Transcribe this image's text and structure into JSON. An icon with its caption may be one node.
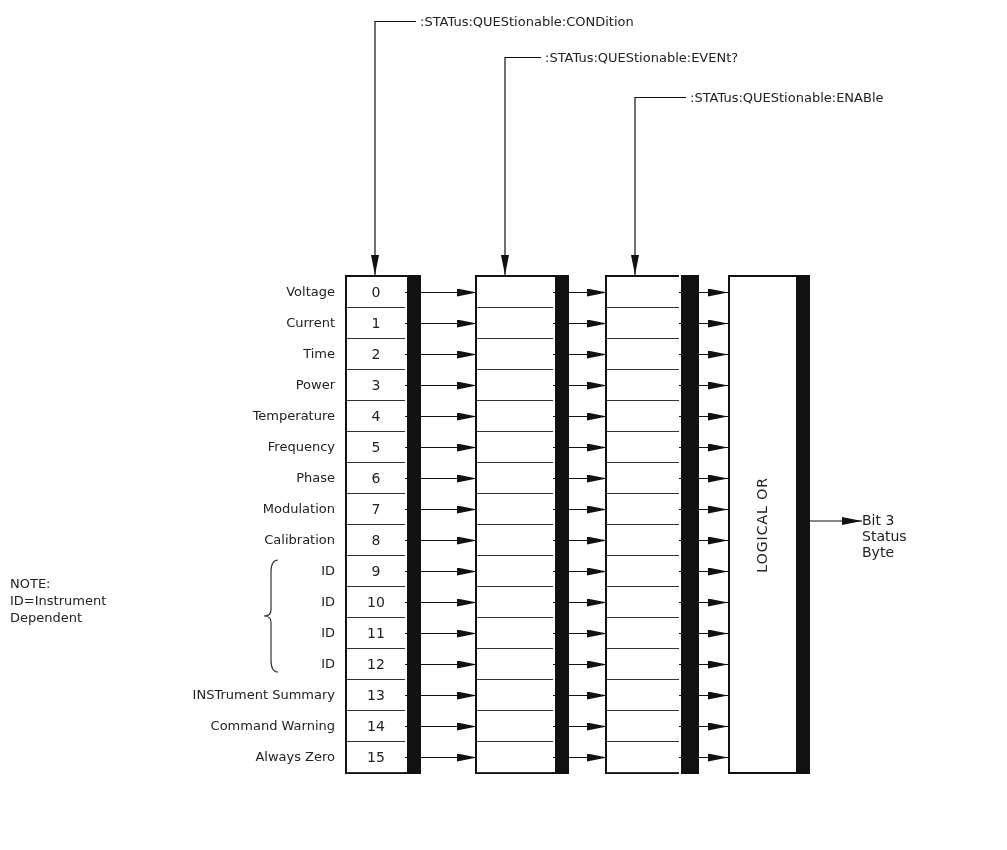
{
  "diagram": {
    "nodes": [
      {
        "text": [
          ":STATus:QUEStionable:CONDition"
        ]
      },
      {
        "text": [
          ":STATus:QUEStionable:EVENt?"
        ]
      },
      {
        "text": [
          ":STATus:QUEStionable:ENABle"
        ]
      },
      {
        "text": [],
        "shape": "box"
      },
      {
        "text": [
          "0"
        ],
        "in": 3,
        "beside": [
          "Voltage"
        ]
      },
      {
        "text": [
          "1"
        ],
        "in": 3,
        "beside": [
          "Current"
        ]
      },
      {
        "text": [
          "2"
        ],
        "in": 3,
        "beside": [
          "Time"
        ]
      },
      {
        "text": [
          "3"
        ],
        "in": 3,
        "beside": [
          "Power"
        ]
      },
      {
        "text": [
          "4"
        ],
        "in": 3,
        "beside": [
          "Temperature"
        ]
      },
      {
        "text": [
          "5"
        ],
        "in": 3,
        "beside": [
          "Frequency"
        ]
      },
      {
        "text": [
          "6"
        ],
        "in": 3,
        "beside": [
          "Phase"
        ]
      },
      {
        "text": [
          "7"
        ],
        "in": 3,
        "beside": [
          "Modulation"
        ]
      },
      {
        "text": [
          "8"
        ],
        "in": 3,
        "beside": [
          "Calibration"
        ]
      },
      {
        "text": [
          "9"
        ],
        "in": 3,
        "beside": [
          "ID"
        ]
      },
      {
        "text": [
          "10"
        ],
        "in": 3,
        "beside": [
          "ID"
        ]
      },
      {
        "text": [
          "11"
        ],
        "in": 3,
        "beside": [
          "ID"
        ]
      },
      {
        "text": [
          "12"
        ],
        "in": 3,
        "beside": [
          "ID"
        ]
      },
      {
        "text": [
          "13"
        ],
        "in": 3,
        "beside": [
          "INSTrument Summary"
        ]
      },
      {
        "text": [
          "14"
        ],
        "in": 3,
        "beside": [
          "Command Warning"
        ]
      },
      {
        "text": [
          "15"
        ],
        "in": 3,
        "beside": [
          "Always Zero"
        ]
      },
      {
        "text": [],
        "shape": "box"
      },
      {
        "text": [],
        "shape": "box",
        "in": 20
      },
      {
        "text": [],
        "shape": "box",
        "in": 20
      },
      {
        "text": [],
        "shape": "box",
        "in": 20
      },
      {
        "text": [],
        "shape": "box",
        "in": 20
      },
      {
        "text": [],
        "shape": "box",
        "in": 20
      },
      {
        "text": [],
        "shape": "box",
        "in": 20
      },
      {
        "text": [],
        "shape": "box",
        "in": 20
      },
      {
        "text": [],
        "shape": "box",
        "in": 20
      },
      {
        "text": [],
        "shape": "box",
        "in": 20
      },
      {
        "text": [],
        "shape": "box",
        "in": 20
      },
      {
        "text": [],
        "shape": "box",
        "in": 20
      },
      {
        "text": [],
        "shape": "box",
        "in": 20
      },
      {
        "text": [],
        "shape": "box",
        "in": 20
      },
      {
        "text": [],
        "shape": "box",
        "in": 20
      },
      {
        "text": [],
        "shape": "box",
        "in": 20
      },
      {
        "text": [],
        "shape": "box",
        "in": 20
      },
      {
        "text": [],
        "shape": "box"
      },
      {
        "text": [],
        "shape": "box",
        "in": 37
      },
      {
        "text": [],
        "shape": "box",
        "in": 37
      },
      {
        "text": [],
        "shape": "box",
        "in": 37
      },
      {
        "text": [],
        "shape": "box",
        "in": 37
      },
      {
        "text": [],
        "shape": "box",
        "in": 37
      },
      {
        "text": [],
        "shape": "box",
        "in": 37
      },
      {
        "text": [],
        "shape": "box",
        "in": 37
      },
      {
        "text": [],
        "shape": "box",
        "in": 37
      },
      {
        "text": [],
        "shape": "box",
        "in": 37
      },
      {
        "text": [],
        "shape": "box",
        "in": 37
      },
      {
        "text": [],
        "shape": "box",
        "in": 37
      },
      {
        "text": [],
        "shape": "box",
        "in": 37
      },
      {
        "text": [],
        "shape": "box",
        "in": 37
      },
      {
        "text": [],
        "shape": "box",
        "in": 37
      },
      {
        "text": [],
        "shape": "box",
        "in": 37
      },
      {
        "text": [],
        "shape": "box",
        "in": 37
      },
      {
        "text": [
          "LOGICAL OR"
        ]
      },
      {
        "text": [
          "Bit 3 Status Byte"
        ]
      }
    ],
    "edges": [
      {
        "from": 0,
        "to": 3,
        "arrow": "to"
      },
      {
        "from": 1,
        "to": 20,
        "arrow": "to"
      },
      {
        "from": 2,
        "to": 37,
        "arrow": "to"
      },
      {
        "from": 4,
        "to": 21,
        "arrow": "to"
      },
      {
        "from": 5,
        "to": 22,
        "arrow": "to"
      },
      {
        "from": 6,
        "to": 23,
        "arrow": "to"
      },
      {
        "from": 7,
        "to": 24,
        "arrow": "to"
      },
      {
        "from": 8,
        "to": 25,
        "arrow": "to"
      },
      {
        "from": 9,
        "to": 26,
        "arrow": "to"
      },
      {
        "from": 10,
        "to": 27,
        "arrow": "to"
      },
      {
        "from": 11,
        "to": 28,
        "arrow": "to"
      },
      {
        "from": 12,
        "to": 29,
        "arrow": "to"
      },
      {
        "from": 13,
        "to": 30,
        "arrow": "to"
      },
      {
        "from": 14,
        "to": 31,
        "arrow": "to"
      },
      {
        "from": 15,
        "to": 32,
        "arrow": "to"
      },
      {
        "from": 16,
        "to": 33,
        "arrow": "to"
      },
      {
        "from": 17,
        "to": 34,
        "arrow": "to"
      },
      {
        "from": 18,
        "to": 35,
        "arrow": "to"
      },
      {
        "from": 19,
        "to": 36,
        "arrow": "to"
      },
      {
        "from": 21,
        "to": 38,
        "arrow": "to"
      },
      {
        "from": 22,
        "to": 39,
        "arrow": "to"
      },
      {
        "from": 23,
        "to": 40,
        "arrow": "to"
      },
      {
        "from": 24,
        "to": 41,
        "arrow": "to"
      },
      {
        "from": 25,
        "to": 42,
        "arrow": "to"
      },
      {
        "from": 26,
        "to": 43,
        "arrow": "to"
      },
      {
        "from": 27,
        "to": 44,
        "arrow": "to"
      },
      {
        "from": 28,
        "to": 45,
        "arrow": "to"
      },
      {
        "from": 29,
        "to": 46,
        "arrow": "to"
      },
      {
        "from": 30,
        "to": 47,
        "arrow": "to"
      },
      {
        "from": 31,
        "to": 48,
        "arrow": "to"
      },
      {
        "from": 32,
        "to": 49,
        "arrow": "to"
      },
      {
        "from": 33,
        "to": 50,
        "arrow": "to"
      },
      {
        "from": 34,
        "to": 51,
        "arrow": "to"
      },
      {
        "from": 35,
        "to": 52,
        "arrow": "to"
      },
      {
        "from": 36,
        "to": 53,
        "arrow": "to"
      },
      {
        "from": 38,
        "to": 54,
        "arrow": "to"
      },
      {
        "from": 39,
        "to": 54,
        "arrow": "to"
      },
      {
        "from": 40,
        "to": 54,
        "arrow": "to"
      },
      {
        "from": 41,
        "to": 54,
        "arrow": "to"
      },
      {
        "from": 42,
        "to": 54,
        "arrow": "to"
      },
      {
        "from": 43,
        "to": 54,
        "arrow": "to"
      },
      {
        "from": 44,
        "to": 54,
        "arrow": "to"
      },
      {
        "from": 45,
        "to": 54,
        "arrow": "to"
      },
      {
        "from": 46,
        "to": 54,
        "arrow": "to"
      },
      {
        "from": 47,
        "to": 54,
        "arrow": "to"
      },
      {
        "from": 48,
        "to": 54,
        "arrow": "to"
      },
      {
        "from": 49,
        "to": 54,
        "arrow": "to"
      },
      {
        "from": 50,
        "to": 54,
        "arrow": "to"
      },
      {
        "from": 51,
        "to": 54,
        "arrow": "to"
      },
      {
        "from": 52,
        "to": 54,
        "arrow": "to"
      },
      {
        "from": 53,
        "to": 54,
        "arrow": "to"
      },
      {
        "from": 54,
        "to": 55,
        "arrow": "to"
      }
    ],
    "labels": [
      "NOTE: ID=Instrument Dependent"
    ]
  }
}
